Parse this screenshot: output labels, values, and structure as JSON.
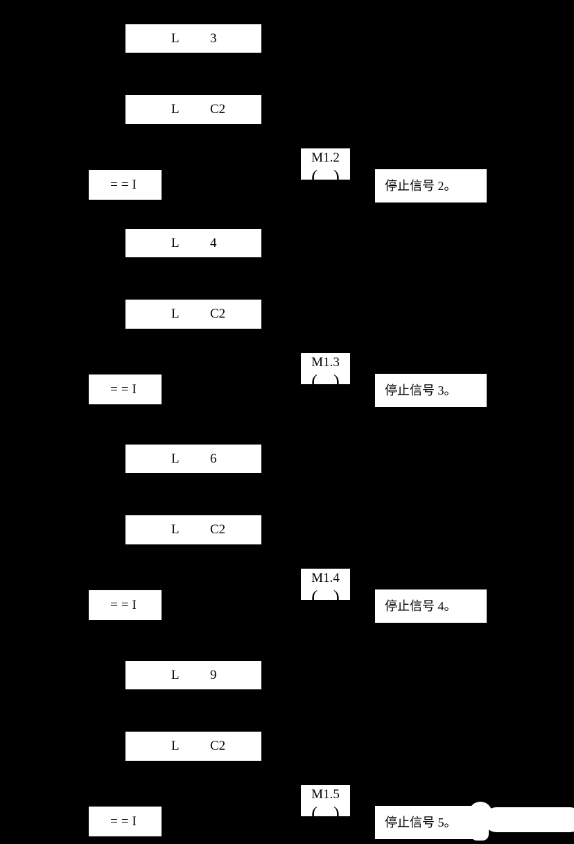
{
  "page": {
    "background_color": "#000000",
    "box_color": "#ffffff",
    "text_color": "#000000"
  },
  "networks": [
    {
      "load_value": {
        "opcode": "L",
        "operand": "3"
      },
      "load_counter": {
        "opcode": "L",
        "operand": "C2"
      },
      "compare_label": "==I",
      "coil": {
        "address": "M1.2",
        "symbol": "( )"
      },
      "comment": "停止信号 2。"
    },
    {
      "load_value": {
        "opcode": "L",
        "operand": "4"
      },
      "load_counter": {
        "opcode": "L",
        "operand": "C2"
      },
      "compare_label": "==I",
      "coil": {
        "address": "M1.3",
        "symbol": "( )"
      },
      "comment": "停止信号 3。"
    },
    {
      "load_value": {
        "opcode": "L",
        "operand": "6"
      },
      "load_counter": {
        "opcode": "L",
        "operand": "C2"
      },
      "compare_label": "==I",
      "coil": {
        "address": "M1.4",
        "symbol": "( )"
      },
      "comment": "停止信号 4。"
    },
    {
      "load_value": {
        "opcode": "L",
        "operand": "9"
      },
      "load_counter": {
        "opcode": "L",
        "operand": "C2"
      },
      "compare_label": "==I",
      "coil": {
        "address": "M1.5",
        "symbol": "( )"
      },
      "comment": "停止信号 5。"
    }
  ],
  "watermark": {
    "color": "#ffffff"
  }
}
